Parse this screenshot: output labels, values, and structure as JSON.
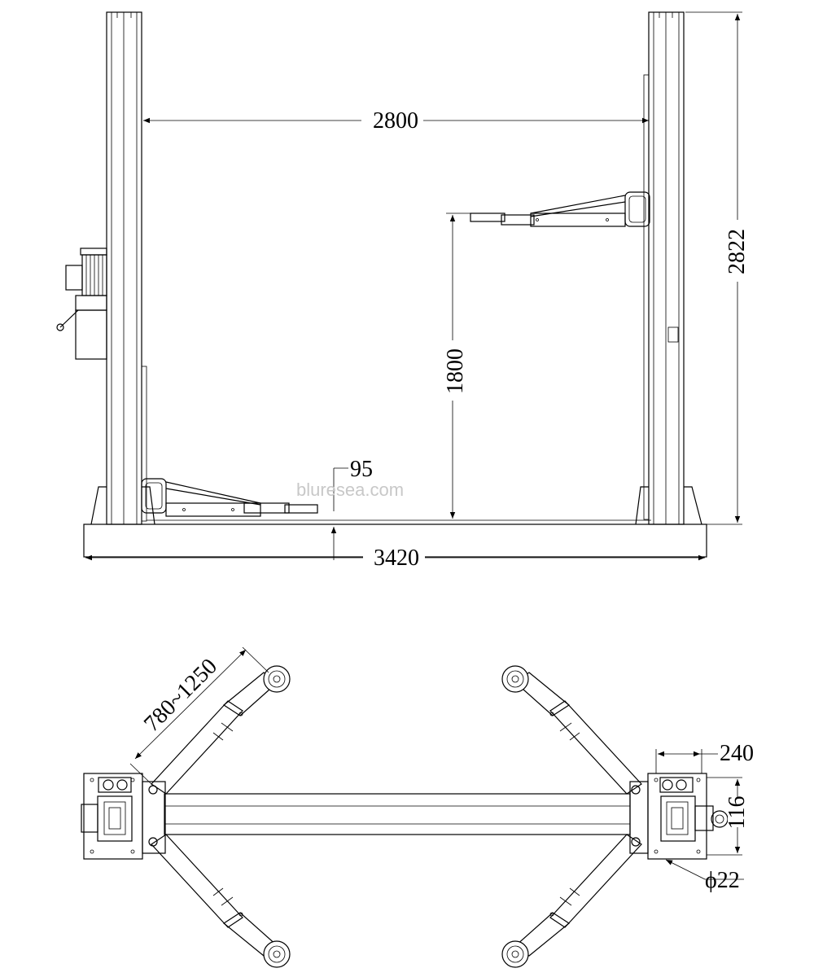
{
  "dimensions": {
    "inner_width": "2800",
    "overall_height": "2822",
    "lift_height": "1800",
    "min_pad_height": "95",
    "overall_width": "3420",
    "arm_reach": "780~1250",
    "base_depth": "240",
    "base_offset": "116",
    "anchor_diameter": "ϕ22"
  },
  "watermark": "bluresea.com",
  "colors": {
    "line": "#000000",
    "background": "#ffffff",
    "watermark": "#c8c8c8"
  }
}
